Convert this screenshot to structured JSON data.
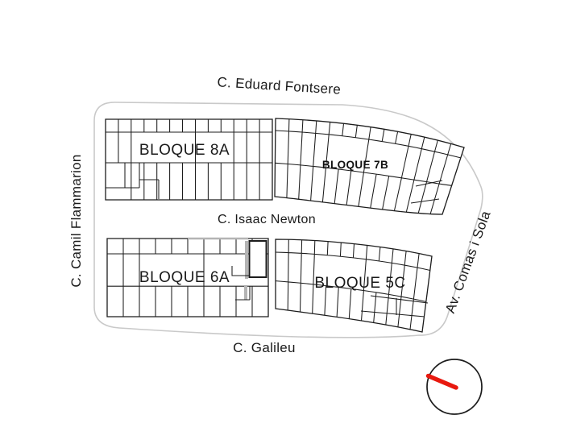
{
  "map": {
    "background": "#ffffff",
    "outline_color": "#c9c9c9",
    "line_color": "#1c1c1c",
    "gray_detail_color": "#b4b4b4",
    "streets": {
      "top": "C. Eduard Fontsere",
      "left": "C. Camil Flammarion",
      "middle": "C. Isaac Newton",
      "right": "Av. Comas i Sola",
      "bottom": "C. Galileu"
    },
    "blocks": [
      {
        "id": "8A",
        "label": "BLOQUE 8A"
      },
      {
        "id": "7B",
        "label": "BLOQUE 7B"
      },
      {
        "id": "6A",
        "label": "BLOQUE 6A"
      },
      {
        "id": "5C",
        "label": "BLOQUE 5C"
      }
    ],
    "compass": {
      "ring_color": "#1c1c1c",
      "needle_color": "#e8190f"
    }
  }
}
